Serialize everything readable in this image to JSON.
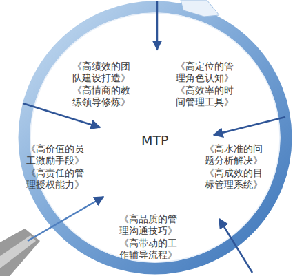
{
  "diagram": {
    "labels": [
      "MTP",
      "《高绩效的团队建设打造》",
      "《高情商的教练领导修炼》",
      "《高定位的管理角色认知》",
      "《高效率的时间管理工具》",
      "《高价值的员工激励手段》",
      "《高责任的管理授权能力》",
      "《高水准的问题分析解决》",
      "《高成效的目标管理系统》",
      "《高品质的管理沟通技巧》",
      "《高带动的工作辅导流程》"
    ]
  }
}
